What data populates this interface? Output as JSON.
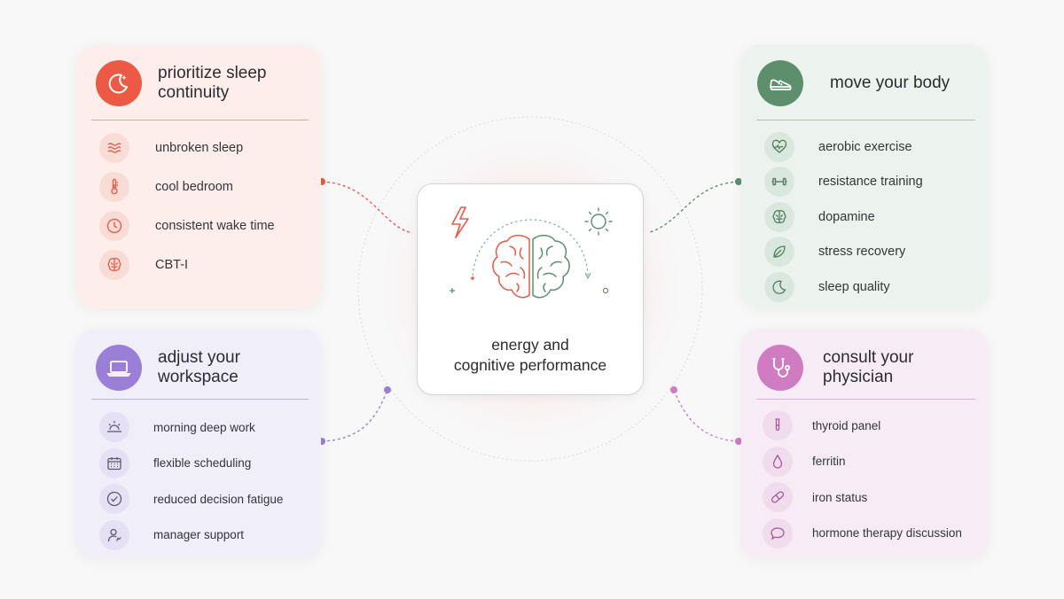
{
  "center": {
    "title_line1": "energy and",
    "title_line2": "cognitive performance",
    "icons": [
      "lightning-icon",
      "brain-icon",
      "sun-icon"
    ]
  },
  "colors": {
    "sleep_accent": "#ec5a45",
    "work_accent": "#9b7fd6",
    "move_accent": "#5d8f6c",
    "doc_accent": "#cf7cc2",
    "center_border": "#cfd6d3"
  },
  "cards": {
    "sleep": {
      "title_line1": "prioritize sleep",
      "title_line2": "continuity",
      "icon": "moon-icon",
      "items": [
        {
          "label": "unbroken sleep",
          "icon": "waves-icon"
        },
        {
          "label": "cool bedroom",
          "icon": "thermometer-icon"
        },
        {
          "label": "consistent wake time",
          "icon": "clock-icon"
        },
        {
          "label": "CBT-I",
          "icon": "brain-icon"
        }
      ]
    },
    "work": {
      "title_line1": "adjust your",
      "title_line2": "workspace",
      "icon": "laptop-icon",
      "items": [
        {
          "label": "morning deep work",
          "icon": "sunrise-icon"
        },
        {
          "label": "flexible scheduling",
          "icon": "calendar-icon"
        },
        {
          "label": "reduced decision fatigue",
          "icon": "check-circle-icon"
        },
        {
          "label": "manager support",
          "icon": "person-support-icon"
        }
      ]
    },
    "move": {
      "title": "move your body",
      "icon": "shoe-icon",
      "items": [
        {
          "label": "aerobic exercise",
          "icon": "heart-pulse-icon"
        },
        {
          "label": "resistance training",
          "icon": "dumbbell-icon"
        },
        {
          "label": "dopamine",
          "icon": "brain-icon"
        },
        {
          "label": "stress recovery",
          "icon": "leaf-icon"
        },
        {
          "label": "sleep quality",
          "icon": "moon-icon"
        }
      ]
    },
    "doc": {
      "title_line1": "consult your",
      "title_line2": "physician",
      "icon": "stethoscope-icon",
      "items": [
        {
          "label": "thyroid panel",
          "icon": "test-tube-icon"
        },
        {
          "label": "ferritin",
          "icon": "drop-icon"
        },
        {
          "label": "iron status",
          "icon": "pill-icon"
        },
        {
          "label": "hormone therapy discussion",
          "icon": "speech-bubble-icon"
        }
      ]
    }
  }
}
